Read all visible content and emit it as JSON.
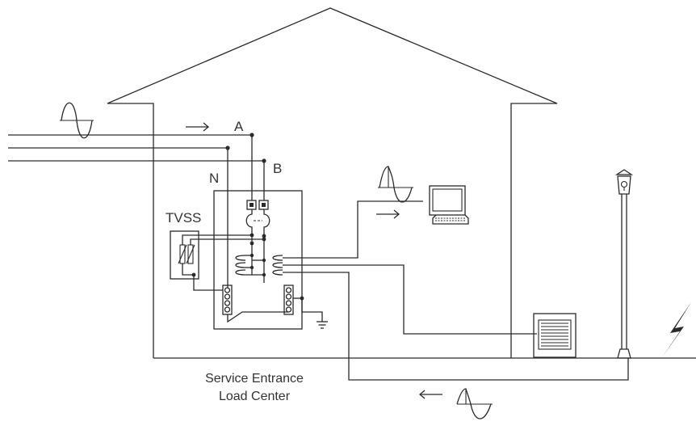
{
  "labels": {
    "phase_a": "A",
    "phase_b": "B",
    "neutral": "N",
    "tvss": "TVSS",
    "caption_line1": "Service Entrance",
    "caption_line2": "Load Center"
  },
  "colors": {
    "line": "#2a2a2a",
    "text": "#333333",
    "background": "#ffffff"
  },
  "icons": [
    "sine-wave-icon",
    "surge-sine-wave-icon",
    "arrow-right-icon",
    "arrow-left-icon",
    "computer-icon",
    "hvac-unit-icon",
    "lamp-post-icon",
    "lightning-bolt-icon",
    "ground-symbol-icon"
  ]
}
